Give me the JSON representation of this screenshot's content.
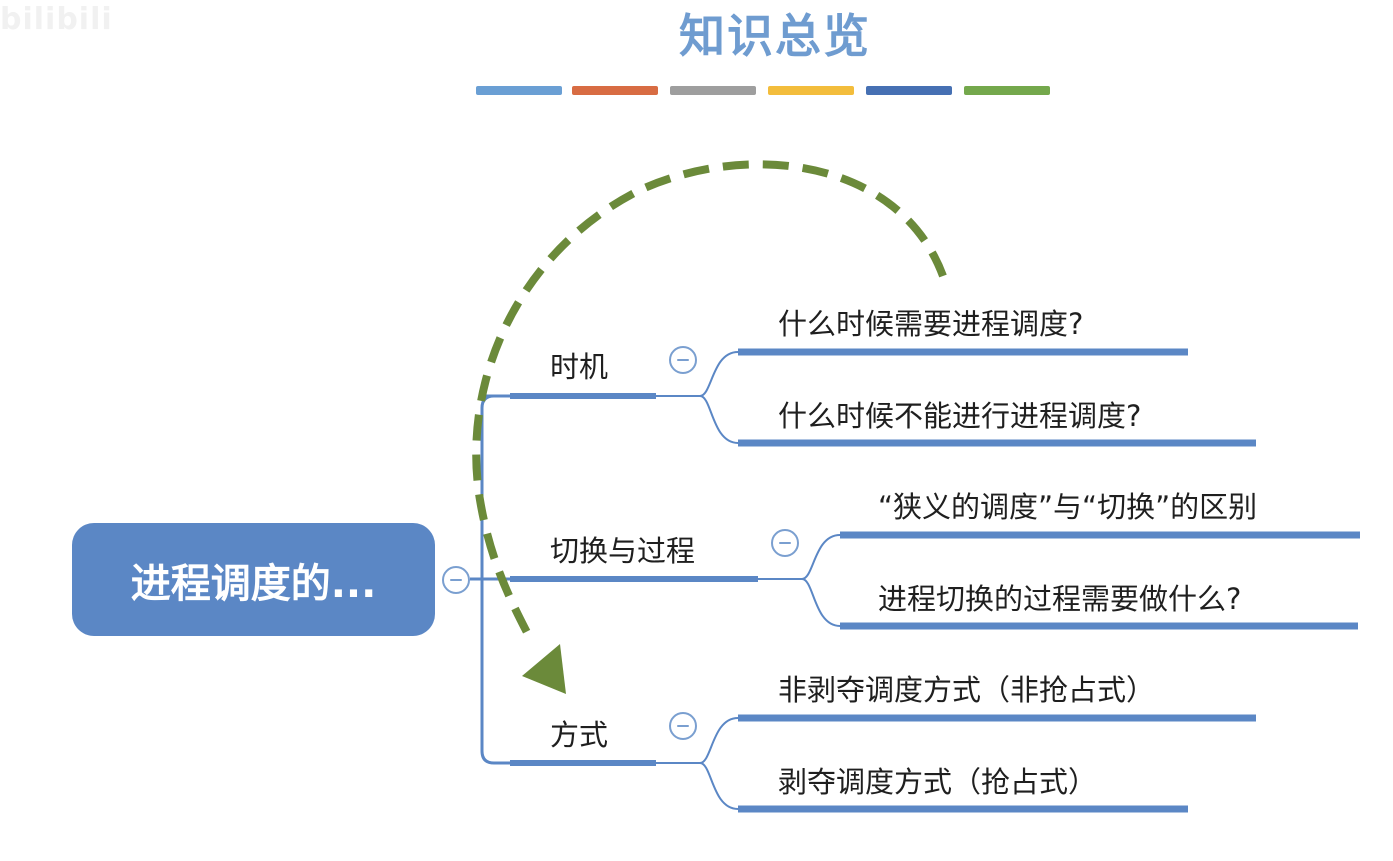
{
  "watermark": "bilibili",
  "title": "知识总览",
  "color_bars": [
    {
      "color": "#6a9fd4"
    },
    {
      "color": "#d86c43"
    },
    {
      "color": "#9e9e9e"
    },
    {
      "color": "#f3bd3c"
    },
    {
      "color": "#4670b3"
    },
    {
      "color": "#74a84c"
    }
  ],
  "colors": {
    "root_fill": "#5b87c5",
    "branch_line": "#5b87c5",
    "arrow": "#6b8a3a",
    "title": "#6f9cd0"
  },
  "mindmap": {
    "root": {
      "label": "进程调度的..."
    },
    "branches": [
      {
        "label": "时机",
        "children": [
          {
            "label": "什么时候需要进程调度?"
          },
          {
            "label": "什么时候不能进行进程调度?"
          }
        ]
      },
      {
        "label": "切换与过程",
        "children": [
          {
            "label": "“狭义的调度”与“切换”的区别"
          },
          {
            "label": "进程切换的过程需要做什么?"
          }
        ]
      },
      {
        "label": "方式",
        "children": [
          {
            "label": "非剥夺调度方式（非抢占式）"
          },
          {
            "label": "剥夺调度方式（抢占式）"
          }
        ]
      }
    ]
  }
}
